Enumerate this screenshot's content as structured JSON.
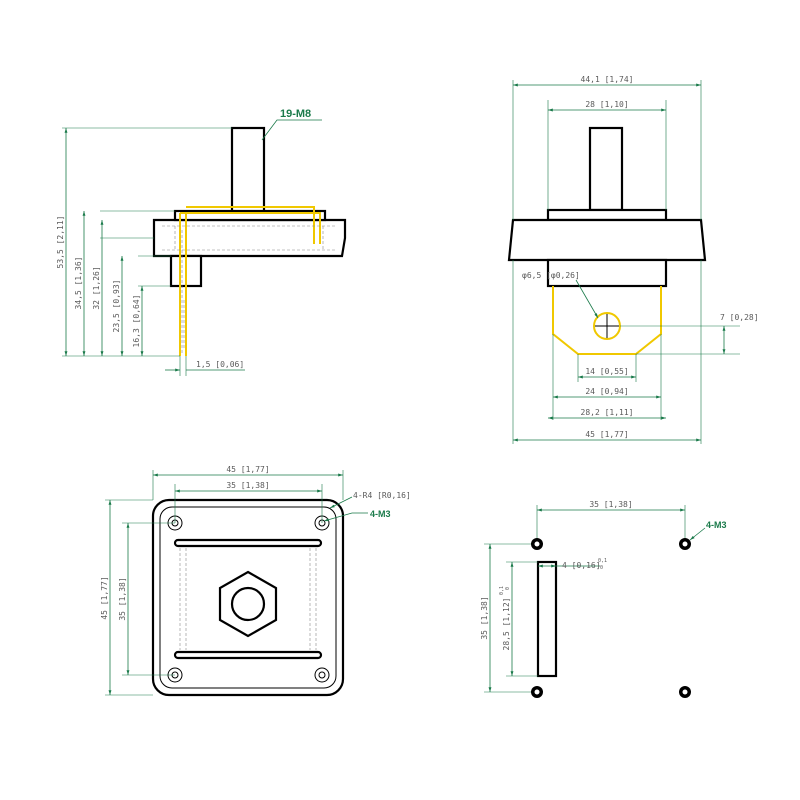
{
  "front_view": {
    "shaft_label": "19-M8",
    "dim_total_height": "53,5 [2,11]",
    "dim_flange_height": "34,5 [1,36]",
    "dim_body_height": "32 [1,26]",
    "dim_pin_top": "23,5 [0,93]",
    "dim_pin_length": "16,3 [0,64]",
    "dim_pin_thickness": "1,5 [0,06]"
  },
  "side_view": {
    "dim_overall_width": "44,1 [1,74]",
    "dim_top_width": "28 [1,10]",
    "dim_hole": "φ6,5 [φ0,26]",
    "dim_hole_offset": "7 [0,28]",
    "dim_tab_inner": "14 [0,55]",
    "dim_tab_mid": "24 [0,94]",
    "dim_tab_outer": "28,2 [1,11]",
    "dim_flange_width": "45 [1,77]"
  },
  "top_view": {
    "dim_width": "45 [1,77]",
    "dim_hole_pitch_x": "35 [1,38]",
    "dim_height": "45 [1,77]",
    "dim_hole_pitch_y": "35 [1,38]",
    "corner_label": "4-R4 [R0,16]",
    "screw_label": "4-M3"
  },
  "mount_view": {
    "dim_hole_pitch_x": "35 [1,38]",
    "screw_label": "4-M3",
    "dim_slot_width": "4 [0,16]",
    "dim_slot_tol_top": "0,1",
    "dim_slot_tol_bottom": "0",
    "dim_hole_pitch_y": "35 [1,38]",
    "dim_slot_length": "28,5 [1,12]",
    "dim_slot_len_tol_top": "0,1",
    "dim_slot_len_tol_bottom": "0"
  }
}
